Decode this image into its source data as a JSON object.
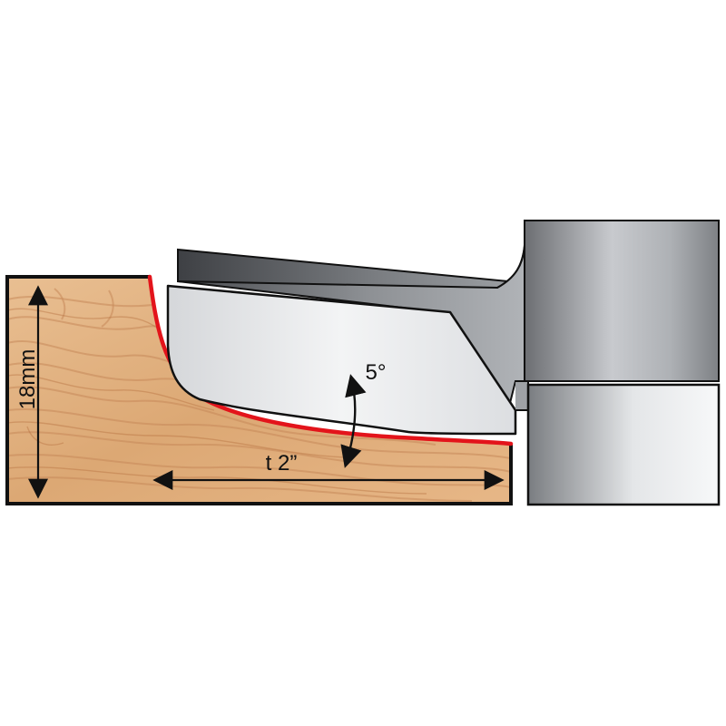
{
  "labels": {
    "thickness": "18mm",
    "width": "t  2”",
    "angle": "5°"
  },
  "colors": {
    "outline": "#111111",
    "profile_line": "#e3141b",
    "wood_light": "#e9bf92",
    "wood_mid": "#d9a06c",
    "wood_dark": "#c78652",
    "cutter_light": "#f1f2f4",
    "cutter_mid": "#b9bcc1",
    "cutter_dark": "#5c5e62",
    "background": "#ffffff"
  },
  "icons": {
    "thickness_arrow": "double-arrow-vertical",
    "width_arrow": "double-arrow-horizontal",
    "angle_arrow": "curved-double-arrow"
  }
}
